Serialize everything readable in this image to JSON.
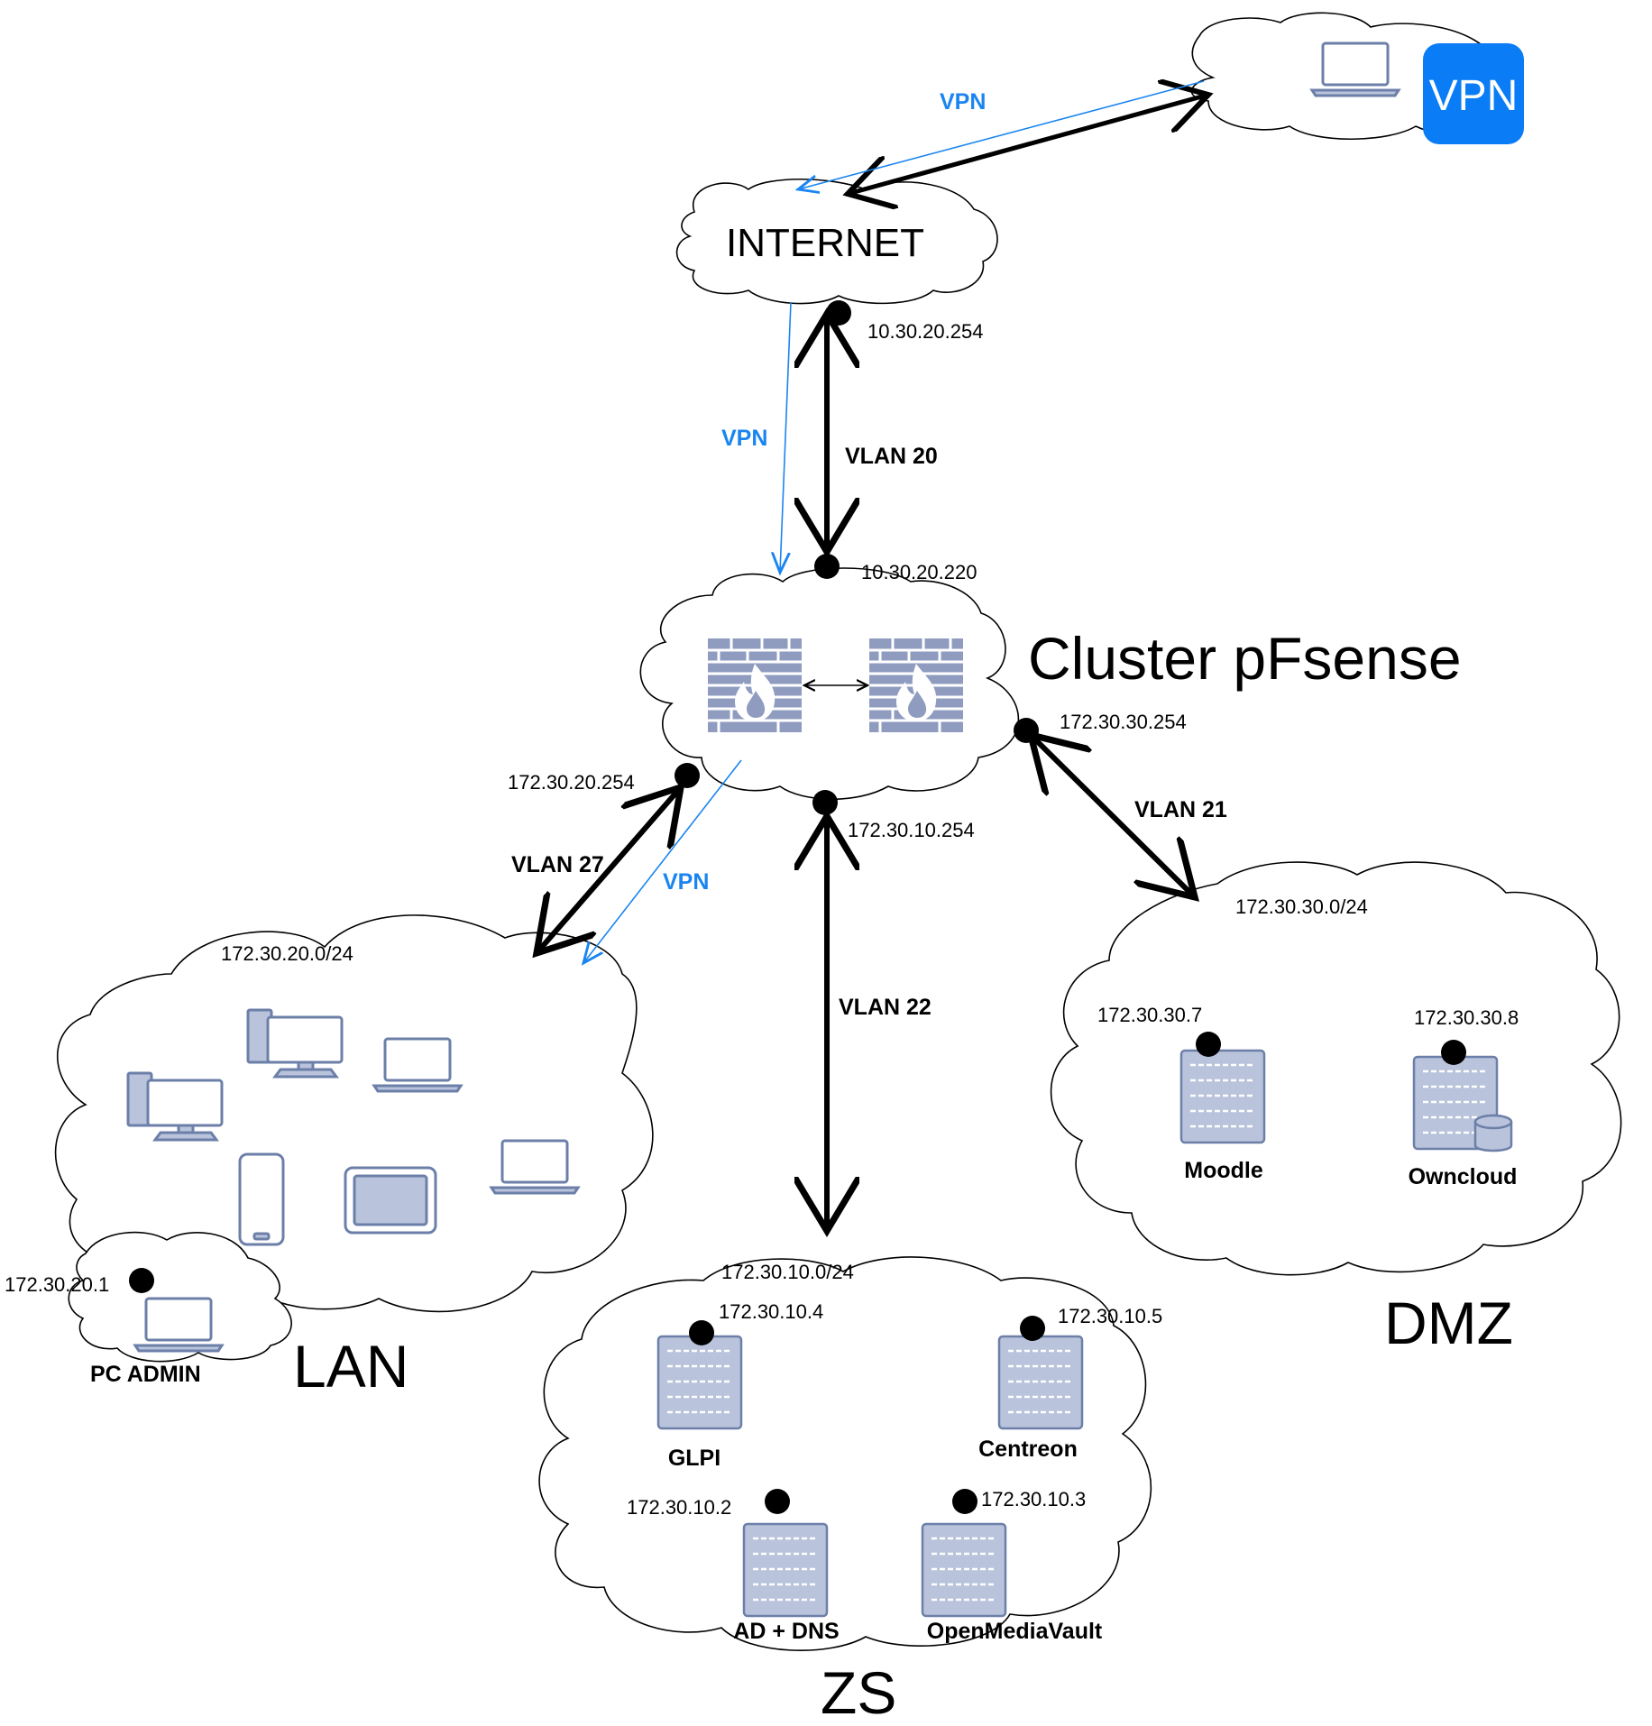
{
  "clouds": {
    "vpn_client": {
      "badge": "VPN"
    },
    "internet": {
      "label": "INTERNET"
    },
    "cluster": {
      "label": "Cluster pFsense"
    },
    "lan": {
      "label": "LAN",
      "subnet": "172.30.20.0/24"
    },
    "pc_admin": {
      "label": "PC ADMIN",
      "ip": "172.30.20.1"
    },
    "zs": {
      "label": "ZS",
      "subnet": "172.30.10.0/24"
    },
    "dmz": {
      "label": "DMZ",
      "subnet": "172.30.30.0/24"
    }
  },
  "interfaces": {
    "internet_gw": "10.30.20.254",
    "cluster_wan": "10.30.20.220",
    "cluster_dmz": "172.30.30.254",
    "cluster_lan": "172.30.20.254",
    "cluster_zs": "172.30.10.254"
  },
  "links": {
    "vlan20": "VLAN 20",
    "vlan21": "VLAN 21",
    "vlan22": "VLAN 22",
    "vlan27": "VLAN 27",
    "vpn_top": "VPN",
    "vpn_mid": "VPN",
    "vpn_low": "VPN"
  },
  "servers": {
    "moodle": {
      "name": "Moodle",
      "ip": "172.30.30.7"
    },
    "owncloud": {
      "name": "Owncloud",
      "ip": "172.30.30.8"
    },
    "glpi": {
      "name": "GLPI",
      "ip": "172.30.10.4"
    },
    "centreon": {
      "name": "Centreon",
      "ip": "172.30.10.5"
    },
    "ad_dns": {
      "name": "AD + DNS",
      "ip": "172.30.10.2"
    },
    "omv": {
      "name": "OpenMediaVault",
      "ip": "172.30.10.3"
    }
  },
  "colors": {
    "vpn": "#1a85f0",
    "device": "#6c7fa8",
    "device_fill": "#b9c3db",
    "firewall": "#8f9cc0"
  }
}
